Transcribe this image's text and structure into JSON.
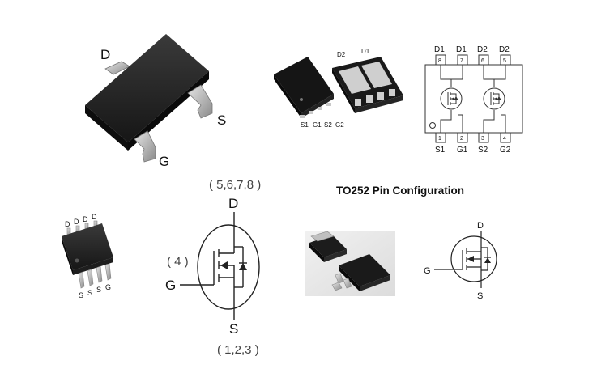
{
  "sot23": {
    "pin_d": "D",
    "pin_s": "S",
    "pin_g": "G"
  },
  "dfn_package": {
    "top_labels": [
      "D2",
      "D1"
    ],
    "bottom_labels": [
      "S1",
      "G1",
      "S2",
      "G2"
    ]
  },
  "dual_pinout": {
    "top_names": [
      "D1",
      "D1",
      "D2",
      "D2"
    ],
    "top_numbers": [
      "8",
      "7",
      "6",
      "5"
    ],
    "bottom_numbers": [
      "1",
      "2",
      "3",
      "4"
    ],
    "bottom_names": [
      "S1",
      "G1",
      "S2",
      "G2"
    ]
  },
  "so8_package": {
    "top_labels": [
      "D",
      "D",
      "D",
      "D"
    ],
    "bottom_labels": [
      "S",
      "S",
      "S",
      "G"
    ]
  },
  "mosfet_symbol_large": {
    "drain_pins": "( 5,6,7,8 )",
    "drain_label": "D",
    "gate_pin": "( 4 )",
    "gate_label": "G",
    "source_label": "S",
    "source_pins": "( 1,2,3 )"
  },
  "to252": {
    "title": "TO252 Pin Configuration",
    "drain_label": "D",
    "gate_label": "G",
    "source_label": "S"
  },
  "colors": {
    "package_body": "#1b1b1b",
    "lead": "#b9b9b9",
    "line": "#222222"
  }
}
